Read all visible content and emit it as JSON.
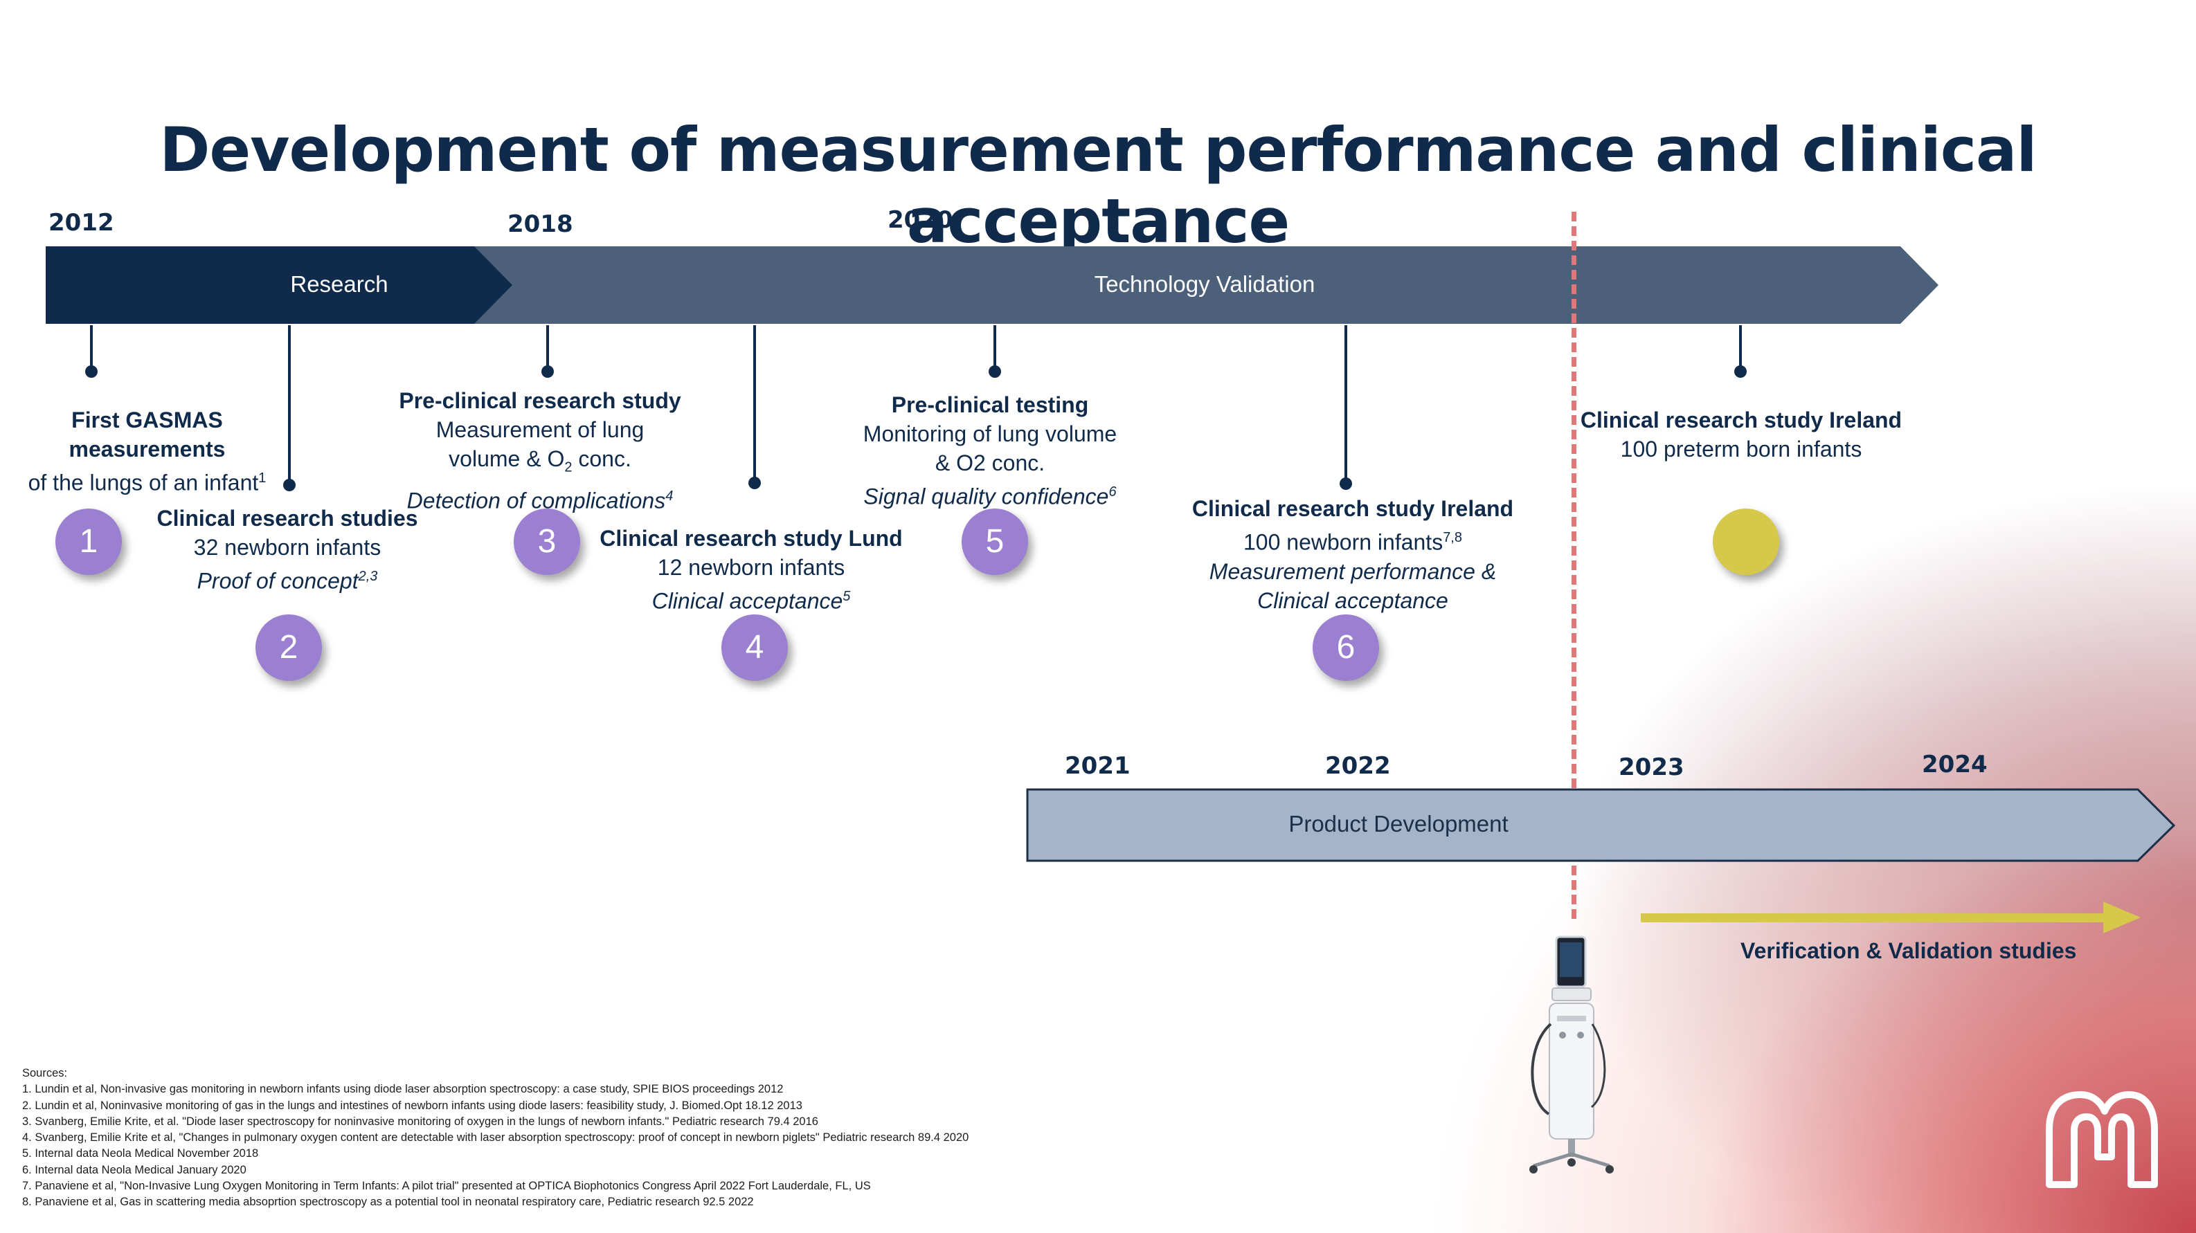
{
  "title": "Development of measurement performance and clinical acceptance",
  "years_top": [
    "2012",
    "2018",
    "2020"
  ],
  "years_bottom": [
    "2021",
    "2022",
    "2023",
    "2024"
  ],
  "phases": {
    "research": "Research",
    "technology_validation": "Technology Validation",
    "product_development": "Product Development"
  },
  "milestones": {
    "m1": {
      "number": "1",
      "heading": "First GASMAS measurements",
      "line1": "of the lungs of an infant",
      "sup": "1"
    },
    "m2": {
      "number": "2",
      "heading": "Clinical research studies",
      "line1": "32 newborn infants",
      "italic": "Proof of concept",
      "sup": "2,3"
    },
    "m3": {
      "number": "3",
      "heading": "Pre-clinical research study",
      "line1": "Measurement of lung",
      "line2_pre": "volume & O",
      "line2_sub": "2",
      "line2_post": " conc.",
      "italic": "Detection of complications",
      "sup": "4"
    },
    "m4": {
      "number": "4",
      "heading": "Clinical research study Lund",
      "line1": "12 newborn infants",
      "italic": "Clinical acceptance",
      "sup": "5"
    },
    "m5": {
      "number": "5",
      "heading": "Pre-clinical testing",
      "line1": "Monitoring of lung volume",
      "line2": "& O2 conc.",
      "italic": "Signal quality confidence",
      "sup": "6"
    },
    "m6": {
      "number": "6",
      "heading": "Clinical research study Ireland",
      "line1": "100 newborn infants",
      "sup": "7,8",
      "italic1": "Measurement performance &",
      "italic2": "Clinical acceptance"
    },
    "m7": {
      "heading": "Clinical research study Ireland",
      "line1": "100 preterm born infants"
    }
  },
  "verification_label": "Verification & Validation studies",
  "sources": {
    "heading": "Sources:",
    "items": [
      "1. Lundin et al, Non-invasive gas monitoring in newborn infants using diode laser absorption spectroscopy: a case study, SPIE BIOS proceedings 2012",
      "2. Lundin et al, Noninvasive monitoring of gas in the lungs and intestines of newborn infants using diode lasers: feasibility study, J. Biomed.Opt 18.12 2013",
      "3. Svanberg, Emilie Krite, et al. \"Diode laser spectroscopy for noninvasive monitoring of oxygen in the lungs of newborn infants.\" Pediatric research 79.4 2016",
      "4. Svanberg, Emilie Krite et al, \"Changes in pulmonary oxygen content are detectable with laser absorption spectroscopy: proof of concept in newborn piglets\" Pediatric research 89.4 2020",
      "5. Internal data Neola Medical November 2018",
      "6. Internal data Neola Medical January 2020",
      "7. Panaviene et al, \"Non-Invasive Lung Oxygen Monitoring in Term Infants: A pilot trial\" presented at OPTICA Biophotonics Congress April 2022 Fort Lauderdale, FL, US",
      "8. Panaviene et al, Gas in scattering media absoprtion spectroscopy as a potential tool in neonatal respiratory care, Pediatric research 92.5 2022"
    ]
  },
  "colors": {
    "navy": "#0f2a4a",
    "technology_validation": "#4c607a",
    "product_development": "#a4b5c9",
    "milestone_circle": "#9b7fd1",
    "future_circle": "#d6c84a",
    "dashed_today_line": "#e07878",
    "verification_arrow": "#d6c84a"
  },
  "icons": [
    "neola-device-image",
    "neola-logo-icon"
  ]
}
